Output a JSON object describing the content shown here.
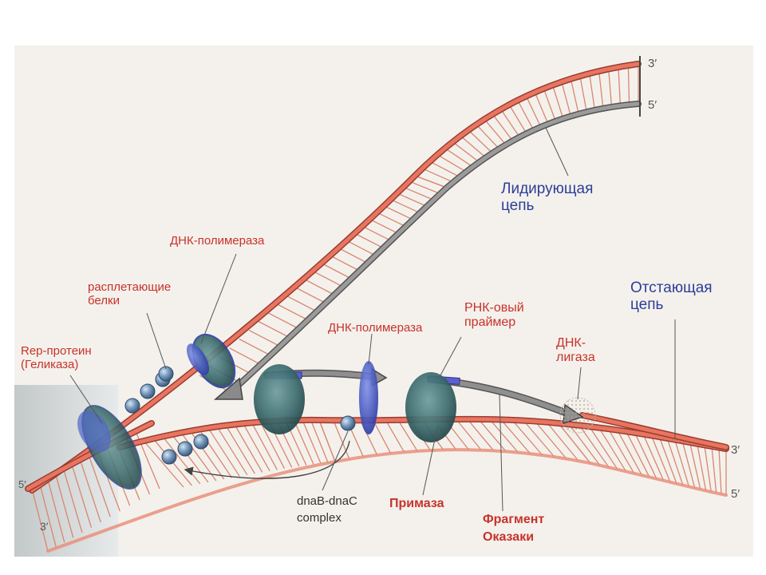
{
  "labels": {
    "rep_protein": [
      "Rep-протеин",
      "(Геликаза)"
    ],
    "unwinding_proteins": [
      "расплетающие",
      "белки"
    ],
    "dna_polymerase_top": "ДНК-полимераза",
    "dna_polymerase_mid": "ДНК-полимераза",
    "rna_primer": [
      "РНК-овый",
      "праймер"
    ],
    "dna_ligase": [
      "ДНК-",
      "лигаза"
    ],
    "leading_strand": [
      "Лидирующая",
      "цепь"
    ],
    "lagging_strand": [
      "Отстающая",
      "цепь"
    ],
    "dnab_complex": [
      "dnaB-dnaC",
      "complex"
    ],
    "primase": "Примаза",
    "okazaki_fragment": [
      "Фрагмент",
      "Оказаки"
    ]
  },
  "ends": {
    "top_3": "3′",
    "top_5": "5′",
    "lagging_3": "3′",
    "lagging_5": "5′",
    "left_5": "5′",
    "left_3": "3′"
  },
  "colors": {
    "strand_red": "#e86c5a",
    "strand_grey": "#8a8a8a",
    "rung": "#d9866f",
    "protein_teal": "#3f6f72",
    "protein_blue": "#3b4fc4",
    "bead_blue": "#6f93b8",
    "label_red": "#c8322a",
    "label_blue": "#2c3e99"
  }
}
